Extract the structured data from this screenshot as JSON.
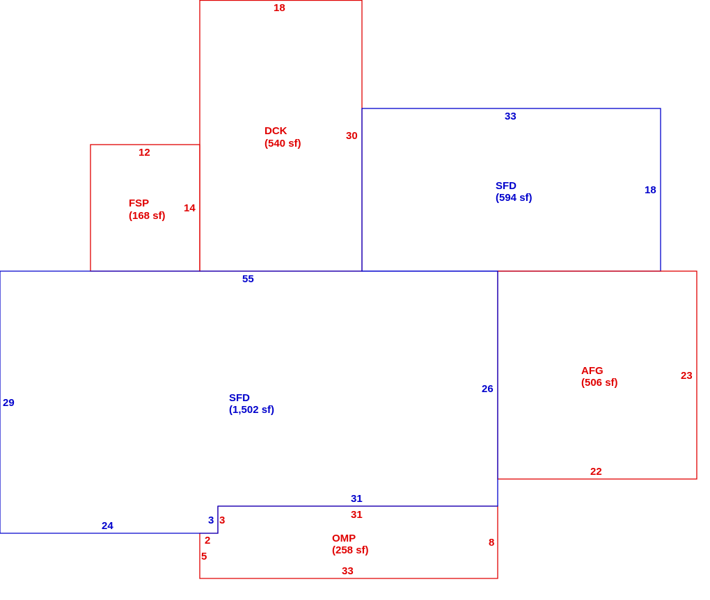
{
  "colors": {
    "red": "#e00000",
    "blue": "#0000cc"
  },
  "areas": {
    "dck": {
      "code": "DCK",
      "area": "(540 sf)"
    },
    "fsp": {
      "code": "FSP",
      "area": "(168 sf)"
    },
    "sfd_upper": {
      "code": "SFD",
      "area": "(594 sf)"
    },
    "sfd_main": {
      "code": "SFD",
      "area": "(1,502 sf)"
    },
    "afg": {
      "code": "AFG",
      "area": "(506 sf)"
    },
    "omp": {
      "code": "OMP",
      "area": "(258 sf)"
    }
  },
  "dimensions": {
    "dck_top": "18",
    "dck_right": "30",
    "fsp_top": "12",
    "fsp_right": "14",
    "sfd_upper_top": "33",
    "sfd_upper_right": "18",
    "sfd_main_top": "55",
    "sfd_main_left": "29",
    "sfd_main_right": "26",
    "sfd_main_bottom_left": "24",
    "sfd_main_notch": "3",
    "sfd_main_bottom_right": "31",
    "afg_right": "23",
    "afg_bottom": "22",
    "omp_top": "31",
    "omp_notch": "3",
    "omp_step": "2",
    "omp_left": "5",
    "omp_right": "8",
    "omp_bottom": "33"
  }
}
